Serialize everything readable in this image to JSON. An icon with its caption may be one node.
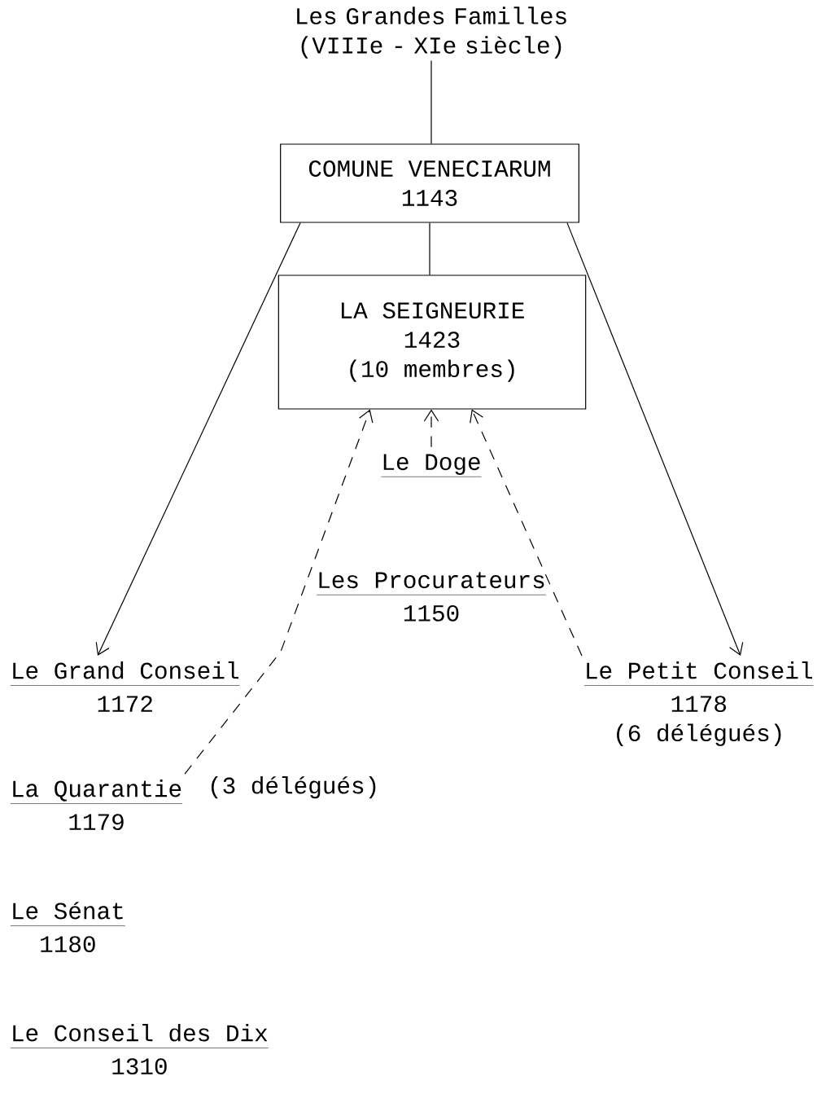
{
  "diagram": {
    "nodes": [
      {
        "text": [
          "Les Grandes Familles (VIIIe - XIe siècle)"
        ]
      },
      {
        "text": [
          "COMUNE VENECIARUM",
          "1143"
        ]
      },
      {
        "text": [
          "LA SEIGNEURIE",
          "1423",
          "(10 membres)"
        ]
      },
      {
        "text": [
          "Le Doge"
        ]
      },
      {
        "text": [
          "Les Procurateurs",
          "1150"
        ]
      },
      {
        "text": [
          "Le Grand Conseil",
          "1172"
        ]
      },
      {
        "text": [
          "Le Petit Conseil",
          "1178",
          "(6 délégués)"
        ]
      },
      {
        "text": [
          "La Quarantie",
          "1179"
        ],
        "beside": [
          "(3 délégués)"
        ]
      },
      {
        "text": [
          "Le Sénat",
          "1180"
        ]
      },
      {
        "text": [
          "Le Conseil des Dix",
          "1310"
        ]
      }
    ],
    "edges": [
      {
        "from": 0,
        "to": 1,
        "arrow": "none"
      },
      {
        "from": 1,
        "to": 2,
        "arrow": "none"
      },
      {
        "from": 1,
        "to": 5,
        "arrow": "to"
      },
      {
        "from": 1,
        "to": 6,
        "arrow": "to"
      },
      {
        "from": 3,
        "to": 2,
        "arrow": "to",
        "style": "dashed"
      },
      {
        "from": 7,
        "to": 2,
        "arrow": "to",
        "style": "dashed"
      },
      {
        "from": 6,
        "to": 2,
        "arrow": "to",
        "style": "dashed"
      }
    ]
  }
}
